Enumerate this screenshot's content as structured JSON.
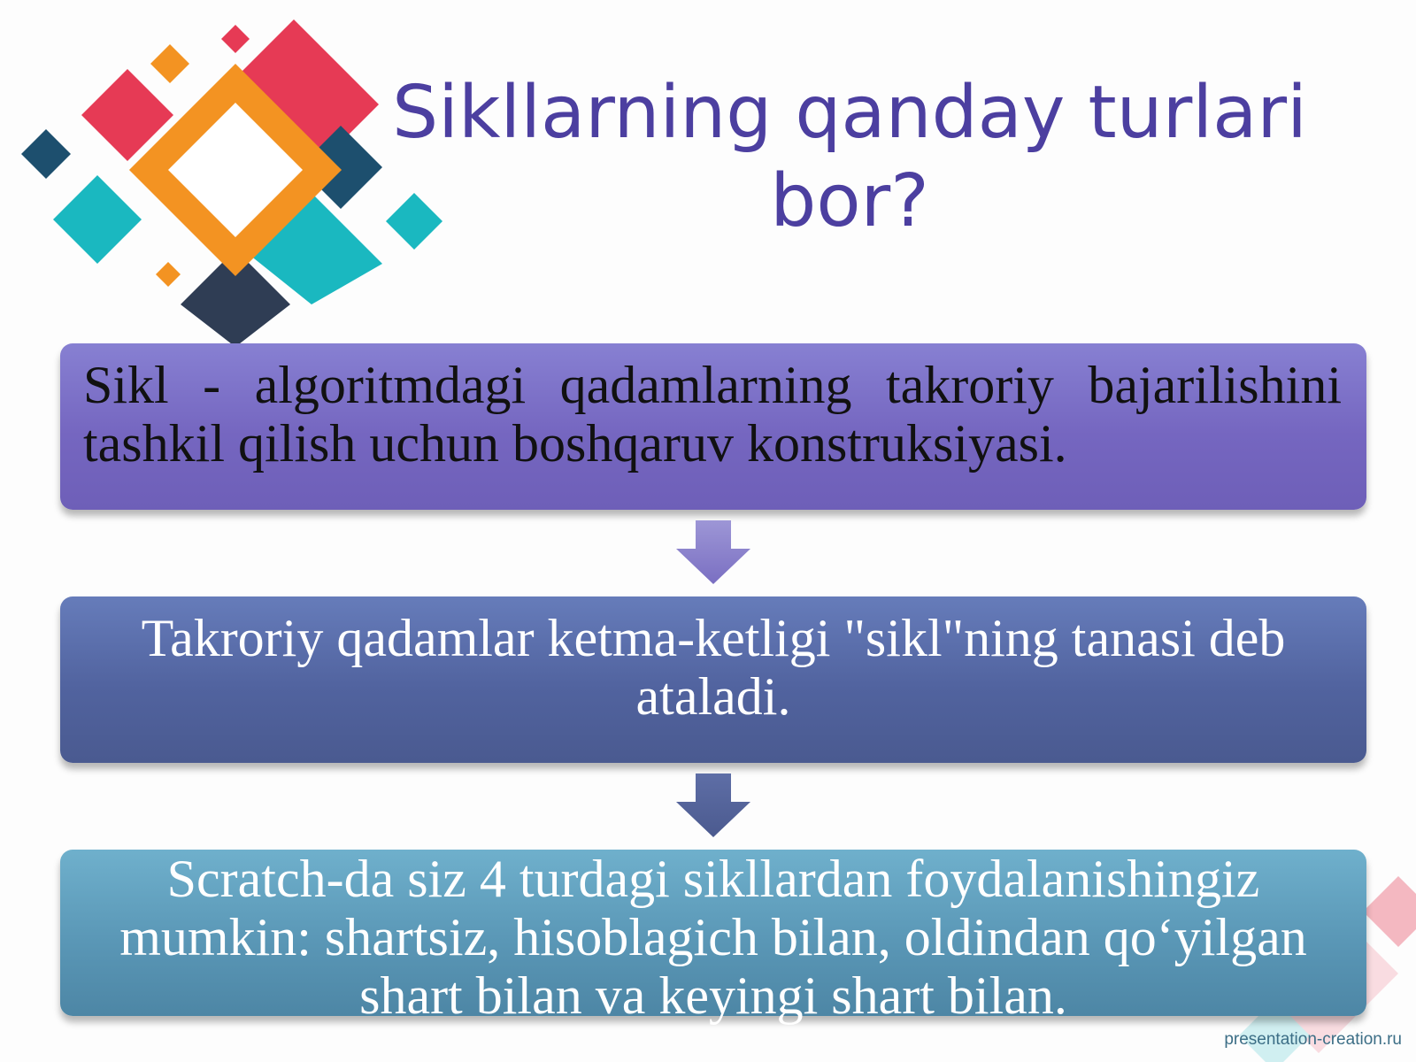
{
  "title": "Sikllarning qanday turlari bor?",
  "steps": [
    {
      "text": "Sikl - algoritmdagi qadamlarning takroriy bajarilishini tashkil qilish uchun boshqaruv konstruksiyasi."
    },
    {
      "text": "Takroriy qadamlar ketma-ketligi \"sikl\"ning tanasi deb ataladi."
    },
    {
      "text": "Scratch-da siz 4 turdagi sikllardan foydalanishingiz mumkin: shartsiz, hisoblagich bilan, oldindan qo‘yilgan shart bilan va keyingi shart bilan."
    }
  ],
  "watermark": "presentation-creation.ru",
  "colors": {
    "title": "#4c3fa0",
    "box1": "#7566c0",
    "box2": "#51639f",
    "box3": "#5a97b6",
    "deco_red": "#e63a55",
    "deco_orange": "#f39322",
    "deco_teal": "#1ab8c0",
    "deco_navy": "#1d4f6e",
    "deco_dark": "#2f3d54"
  }
}
